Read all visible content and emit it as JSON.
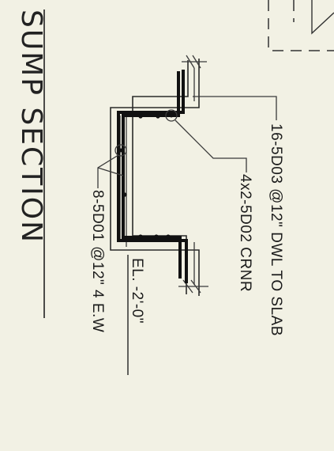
{
  "drawing": {
    "title": "SUMP SECTION",
    "callouts": {
      "dowel": "16-5D03 @12\" DWL TO SLAB",
      "corner": "4x2-5D02  CRNR",
      "horizontal": "8-5D01 @12\" 4 E.W",
      "elevation": "EL. -2'-0\""
    }
  }
}
